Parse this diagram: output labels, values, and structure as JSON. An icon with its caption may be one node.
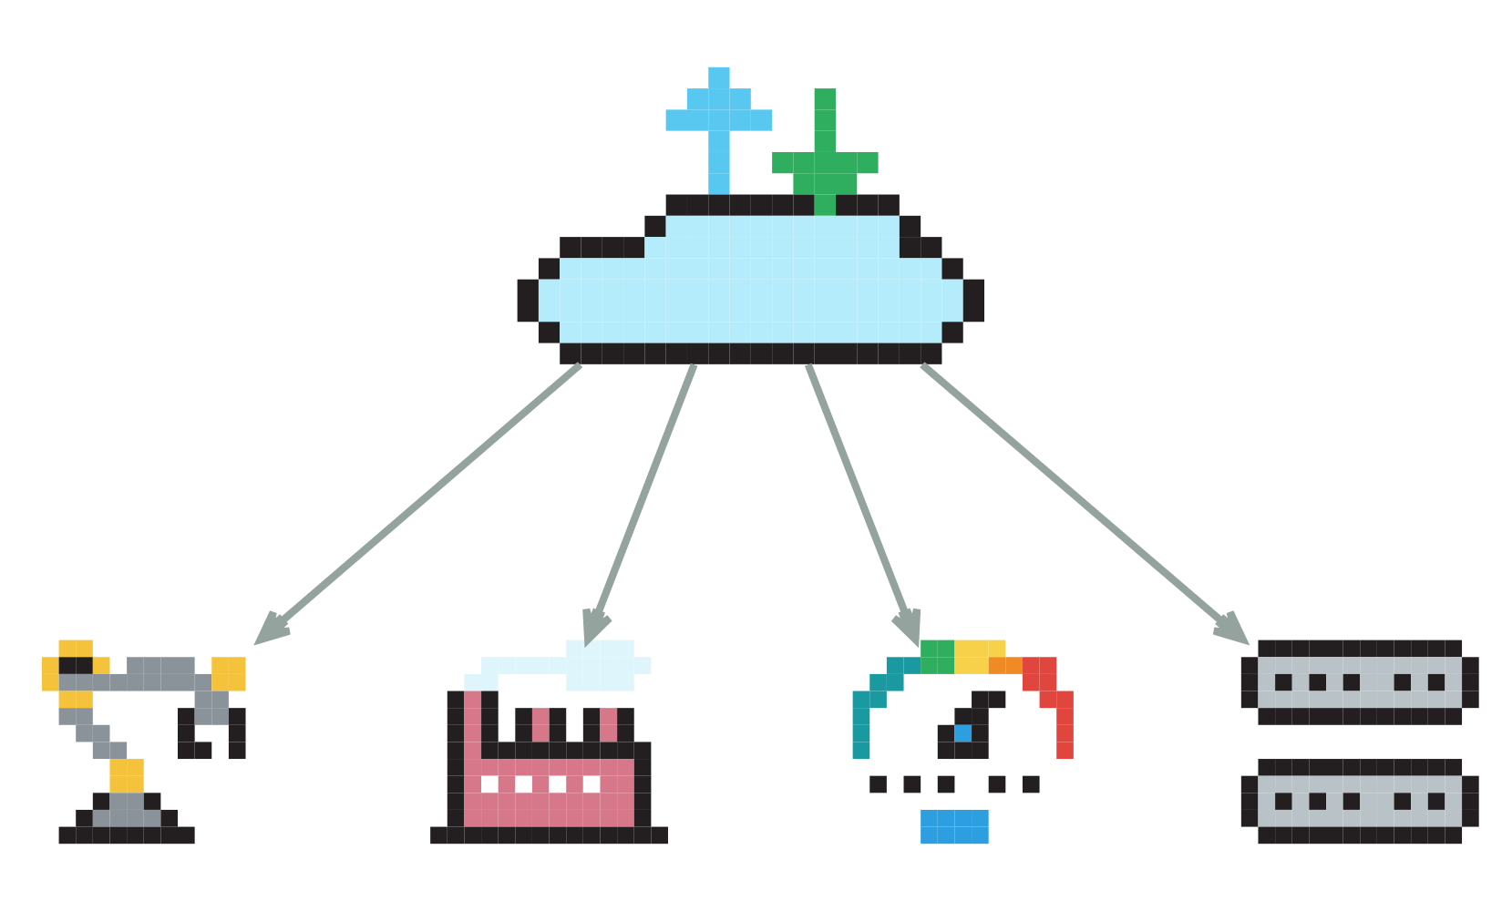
{
  "diagram": {
    "nodes": [
      {
        "text": [],
        "shape": "cloud"
      },
      {
        "text": [],
        "shape": "picture"
      },
      {
        "text": [],
        "shape": "picture"
      },
      {
        "text": [],
        "shape": "picture"
      },
      {
        "text": [],
        "shape": "picture"
      }
    ],
    "edges": [
      {
        "from": 0,
        "to": 1,
        "arrow": "to"
      },
      {
        "from": 0,
        "to": 2,
        "arrow": "to"
      },
      {
        "from": 0,
        "to": 3,
        "arrow": "to"
      },
      {
        "from": 0,
        "to": 4,
        "arrow": "to"
      }
    ]
  }
}
